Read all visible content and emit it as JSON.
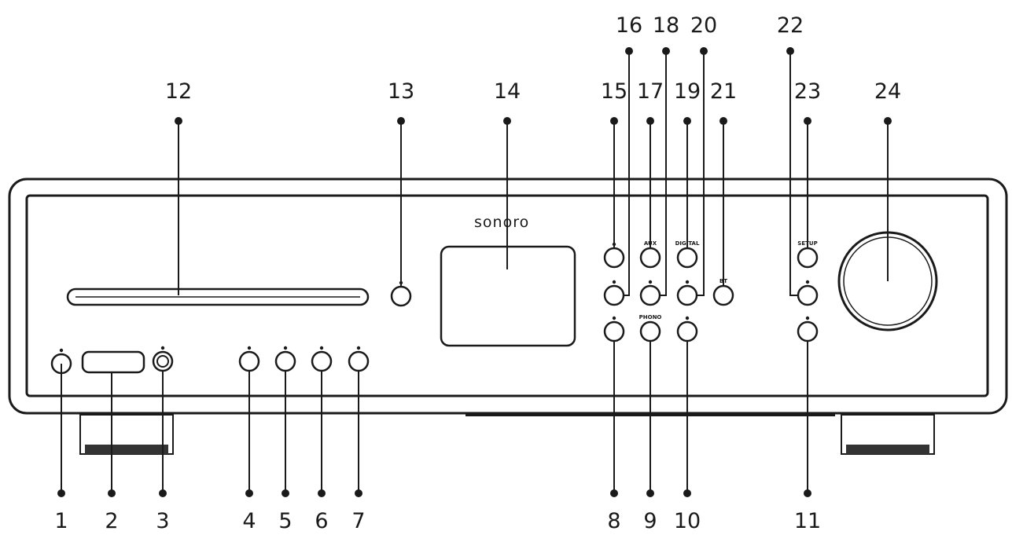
{
  "brand": "sonoro",
  "callout_numbers": [
    "1",
    "2",
    "3",
    "4",
    "5",
    "6",
    "7",
    "8",
    "9",
    "10",
    "11",
    "12",
    "13",
    "14",
    "15",
    "16",
    "17",
    "18",
    "19",
    "20",
    "21",
    "22",
    "23",
    "24"
  ],
  "button_labels": {
    "b17": "AUX",
    "b19": "DIGITAL",
    "b21": "BT",
    "b23": "SETUP",
    "b9": "PHONO"
  },
  "icons": {
    "b1": "power-icon",
    "b3": "headphones-icon",
    "b4": "play-pause-icon",
    "b5": "stop-icon",
    "b6": "skip-back-icon",
    "b7": "skip-forward-icon",
    "b8": "cd-icon",
    "b10": "timer-icon",
    "b11": "back-icon",
    "b13": "eject-icon",
    "b15": "home-icon",
    "b16": "info-icon",
    "b18": "radio-icon",
    "b20": "alarm-icon",
    "b22": "ok-icon"
  },
  "colors": {
    "line": "#1a1a1a",
    "panel": "#ffffff"
  }
}
